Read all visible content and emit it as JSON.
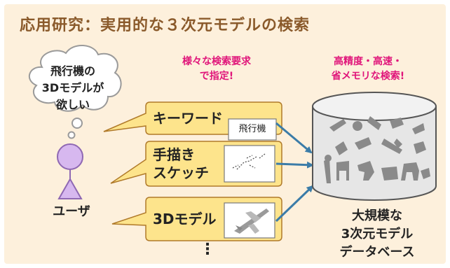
{
  "title": "応用研究：実用的な３次元モデルの検索",
  "thought": {
    "lines": [
      "飛行機の",
      "3Dモデルが",
      "欲しい"
    ]
  },
  "user_label": "ユーザ",
  "captions": {
    "queries": [
      "様々な検索要求",
      "で指定!"
    ],
    "goals": [
      "高精度・高速・",
      "省メモリな検索!"
    ]
  },
  "queries": [
    {
      "label": "キーワード",
      "keyword": "飛行機"
    },
    {
      "label_lines": [
        "手描き",
        "スケッチ"
      ]
    },
    {
      "label": "3Dモデル"
    }
  ],
  "ellipsis": "⋮",
  "database": {
    "lines": [
      "大規模な",
      "3次元モデル",
      "データベース"
    ]
  },
  "colors": {
    "background": "#fdf0dc",
    "title": "#8a5a2b",
    "caption": "#e0157a",
    "bubble_fill": "#fde48c",
    "bubble_stroke": "#b07a2a",
    "arrow": "#3b7ca8",
    "person": "#d7b8ef",
    "cylinder": "#e6e6e6"
  }
}
